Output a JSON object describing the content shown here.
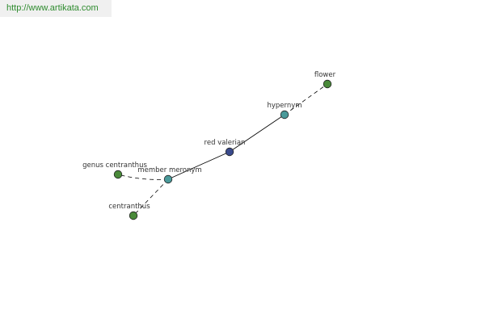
{
  "source": {
    "url_text": "http://www.artikata.com"
  },
  "colors": {
    "center": "#3a4a8c",
    "relation": "#4a9a9a",
    "leaf": "#4a8a3a",
    "edge": "#000000",
    "link": "#2e8b2e"
  },
  "graph": {
    "nodes": [
      {
        "id": "red-valerian",
        "label": "red valerian",
        "kind": "center"
      },
      {
        "id": "hypernym",
        "label": "hypernym",
        "kind": "relation"
      },
      {
        "id": "flower",
        "label": "flower",
        "kind": "leaf"
      },
      {
        "id": "member-meronym",
        "label": "member meronym",
        "kind": "relation"
      },
      {
        "id": "genus-centranthus",
        "label": "genus centranthus",
        "kind": "leaf"
      },
      {
        "id": "centranthus",
        "label": "centranthus",
        "kind": "leaf"
      }
    ],
    "edges": [
      {
        "from": "red-valerian",
        "to": "hypernym",
        "style": "solid"
      },
      {
        "from": "hypernym",
        "to": "flower",
        "style": "dashed"
      },
      {
        "from": "red-valerian",
        "to": "member-meronym",
        "style": "solid"
      },
      {
        "from": "member-meronym",
        "to": "genus-centranthus",
        "style": "dashed"
      },
      {
        "from": "member-meronym",
        "to": "centranthus",
        "style": "dashed"
      }
    ]
  }
}
